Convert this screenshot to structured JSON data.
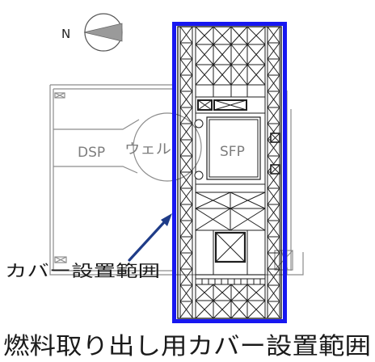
{
  "compass": {
    "label": "N",
    "icon": "north-arrow-icon"
  },
  "labels": {
    "dsp": "DSP",
    "well": "ウェル",
    "sfp": "SFP"
  },
  "callout": {
    "text": "カバー設置範囲"
  },
  "caption": "燃料取り出し用カバー設置範囲",
  "colors": {
    "cover_outline": "#1717f0",
    "arrow": "#1f3c88",
    "structure": "#1e1e1e",
    "building": "#8c8c8c",
    "label_gray": "#7d7d7d"
  }
}
